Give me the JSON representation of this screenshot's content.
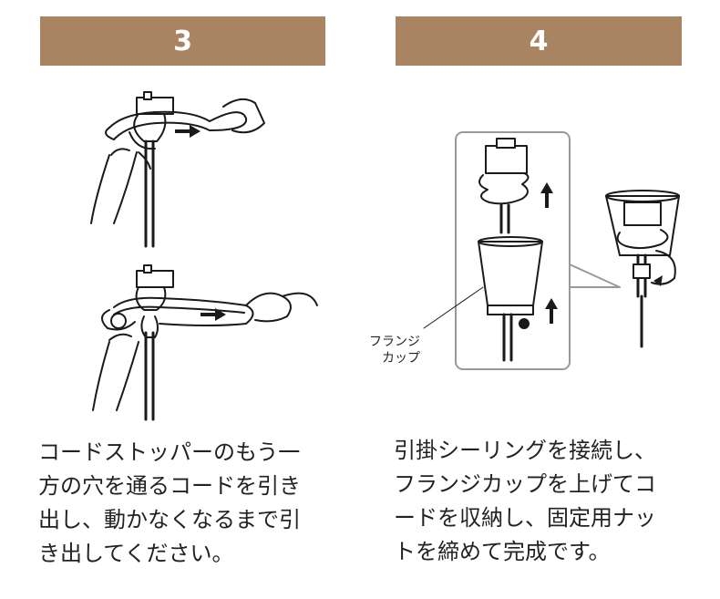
{
  "colors": {
    "header_bg": "#a88462",
    "header_text": "#ffffff",
    "body_text": "#222222",
    "line": "#1a1a1a",
    "panel_border": "#999999"
  },
  "steps": [
    {
      "number": "3",
      "text": "コードストッパーのもう一\n方の穴を通るコードを引き\n出し、動かなくなるまで引\nき出してください。"
    },
    {
      "number": "4",
      "text": "引掛シーリングを接続し、\nフランジカップを上げてコ\nードを収納し、固定用ナッ\nトを締めて完成です。",
      "label": "フランジ\n　カップ"
    }
  ],
  "icons": {
    "step3_top": "cord-stopper-threading-illustration",
    "step3_bottom": "cord-pull-tight-illustration",
    "step4_panel": "flange-cup-raise-illustration",
    "step4_result": "assembled-ceiling-mount-illustration",
    "arrow": "arrow-icon"
  }
}
